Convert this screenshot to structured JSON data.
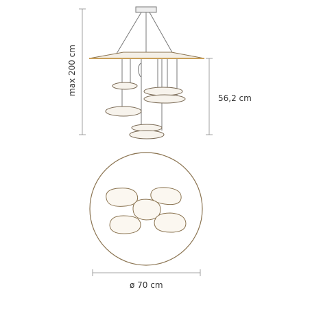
{
  "dimensions": {
    "max_height": "max 200 cm",
    "drop_height": "56,2 cm",
    "diameter": "ø 70 cm"
  },
  "colors": {
    "line": "#777777",
    "accent": "#c9a05a",
    "dim_line": "#888888"
  }
}
